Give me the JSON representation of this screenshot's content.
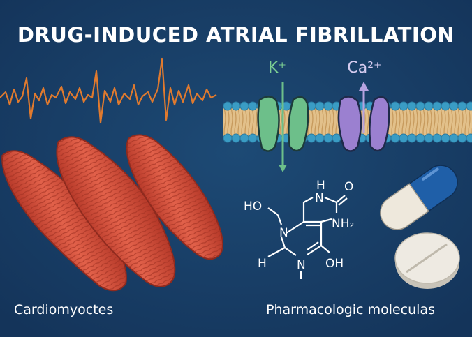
{
  "title": "DRUG-INDUCED ATRIAL FIBRILLATION",
  "ions": {
    "potassium": "K⁺",
    "calcium": "Ca²⁺"
  },
  "labels": {
    "cells": "Cardiomyoctes",
    "molecules": "Pharmacologic moleculas"
  },
  "molecule_atoms": {
    "ho": "HO",
    "n1": "N",
    "h": "H",
    "n2": "N",
    "oh": "OH",
    "nh": "N",
    "nh_h": "H",
    "o": "O",
    "nh2": "NH₂"
  },
  "colors": {
    "background": "#173c62",
    "ecg": "#e07a2e",
    "cell": "#d9513a",
    "k_channel": "#6dbf8a",
    "ca_channel": "#9b80d0",
    "capsule": "#1f5fa8"
  }
}
